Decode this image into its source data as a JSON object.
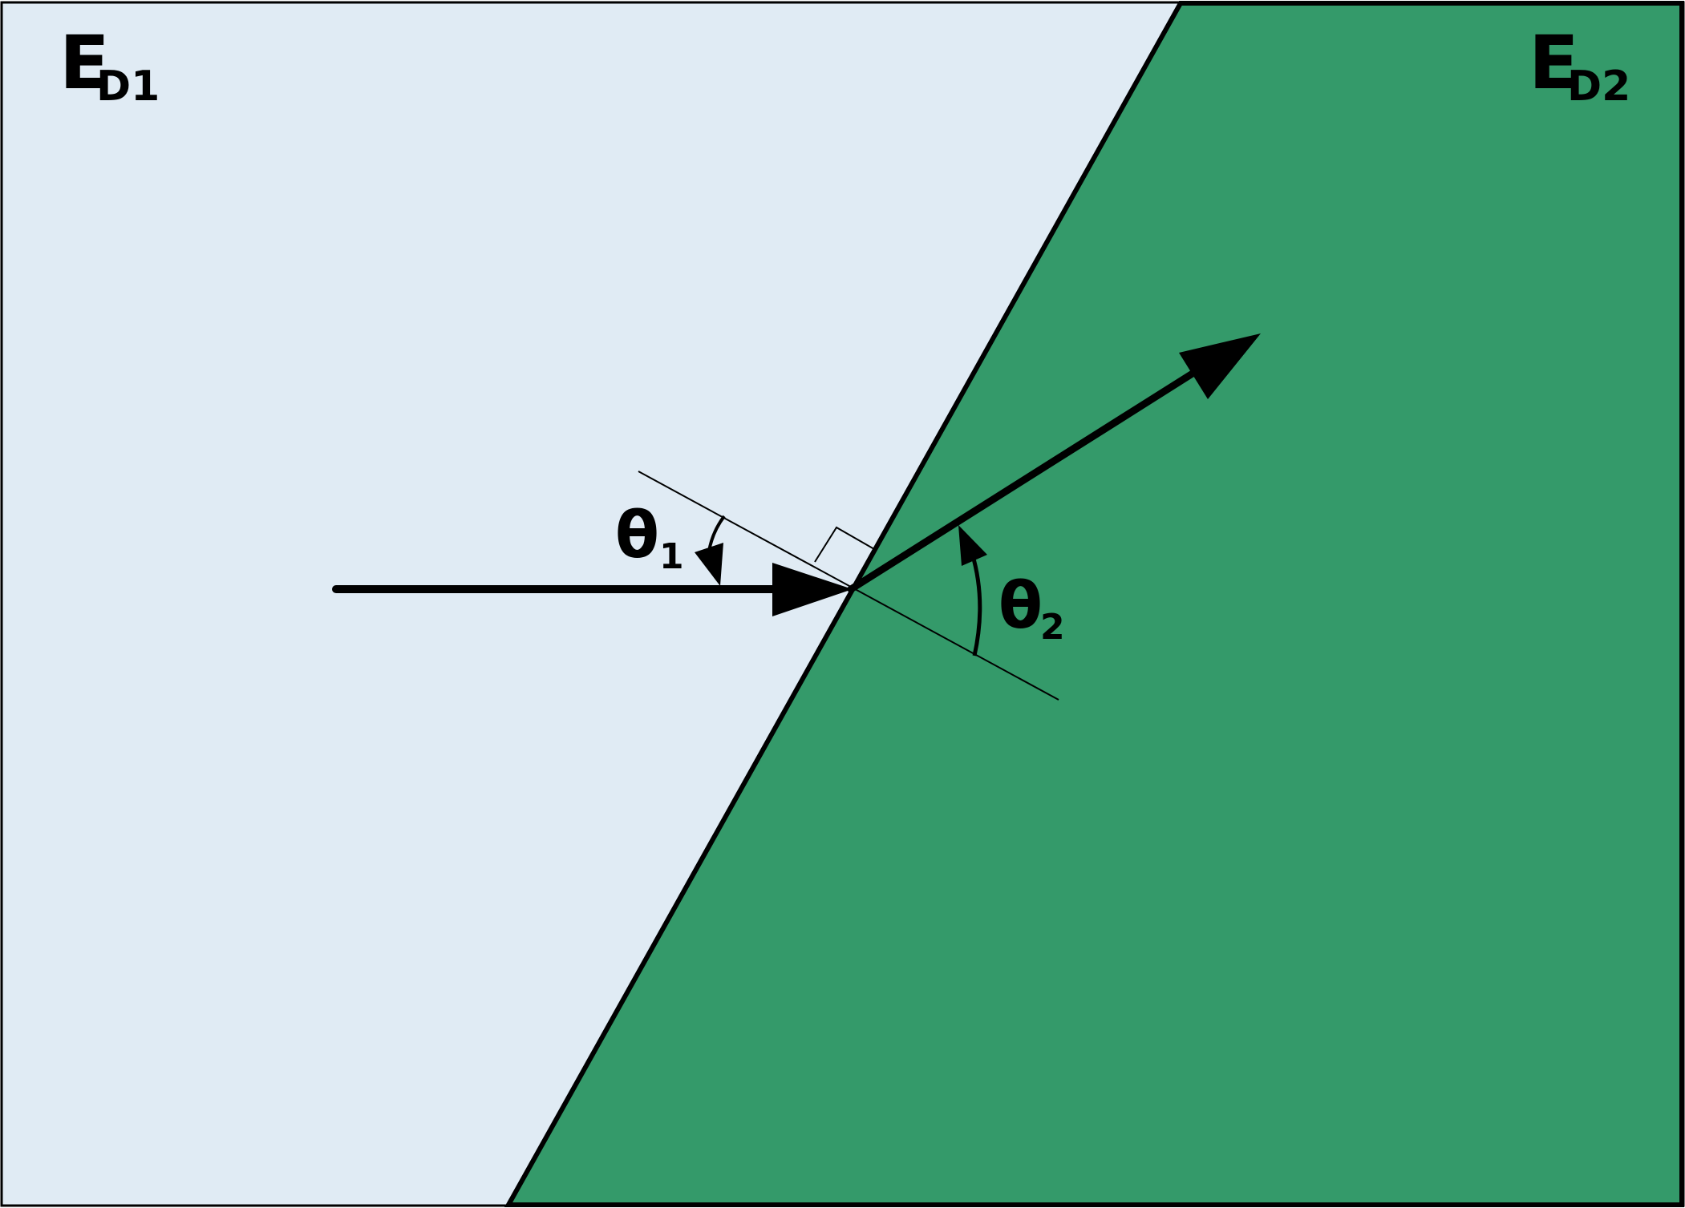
{
  "diagram": {
    "region_left": {
      "label_main": "E",
      "label_sub": "D1",
      "color": "#E0EBF4"
    },
    "region_right": {
      "label_main": "E",
      "label_sub": "D2",
      "color": "#349A6A"
    },
    "angle_incident": {
      "symbol": "θ",
      "sub": "1"
    },
    "angle_refracted": {
      "symbol": "θ",
      "sub": "2"
    },
    "colors": {
      "stroke": "#000000"
    }
  }
}
